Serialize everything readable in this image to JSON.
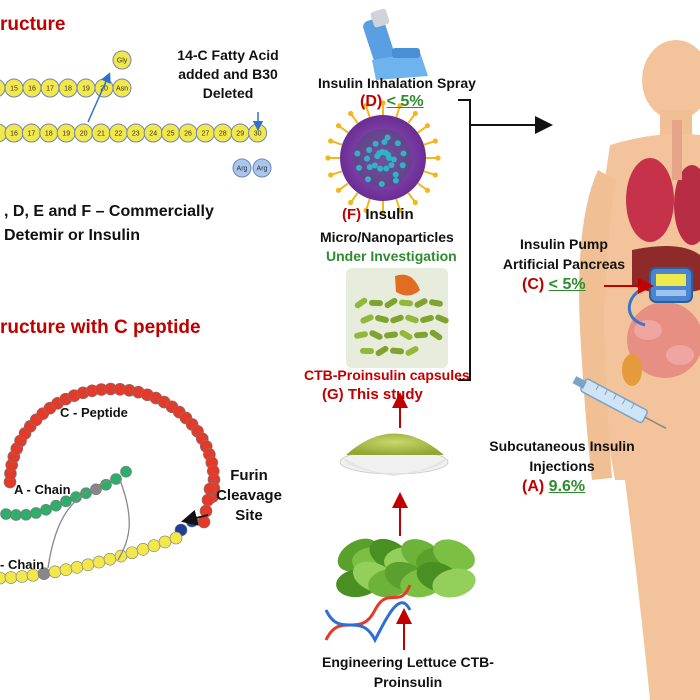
{
  "left_top": {
    "heading": "ructure",
    "note_line1": "14-C Fatty Acid",
    "note_line2": "added and B30",
    "note_line3": "Deleted",
    "desc_line1": ", D, E and F – Commercially",
    "desc_line2": "Detemir or Insulin",
    "a_chain_numbers": [
      "15",
      "16",
      "17",
      "18",
      "19",
      "20"
    ],
    "a_chain_end": [
      "Asn",
      "Gly"
    ],
    "b_chain_numbers": [
      "16",
      "17",
      "18",
      "19",
      "20",
      "21",
      "22",
      "23",
      "24",
      "25",
      "26",
      "27",
      "28",
      "29",
      "30"
    ],
    "b_chain_end": [
      "Arg",
      "Arg"
    ]
  },
  "left_bottom": {
    "heading": "ructure with C peptide",
    "c_peptide": "C - Peptide",
    "a_chain": "A - Chain",
    "b_chain": "- Chain",
    "furin_line1": "Furin",
    "furin_line2": "Cleavage",
    "furin_line3": "Site"
  },
  "methods": {
    "inhalation_title": "Insulin Inhalation Spray",
    "inhalation_letter": "(D)",
    "inhalation_value": "< 5%",
    "particles_letter": "(F)",
    "particles_word": "Insulin",
    "particles_line2": "Micro/Nanoparticles",
    "particles_status": "Under Investigation",
    "capsules_title": "CTB-Proinsulin capsules",
    "capsules_letter": "(G)",
    "capsules_note": "This study",
    "lettuce_line1": "Engineering Lettuce CTB-",
    "lettuce_line2": "Proinsulin",
    "pump_line1": "Insulin Pump",
    "pump_line2": "Artificial Pancreas",
    "pump_letter": "(C)",
    "pump_value": "< 5%",
    "subq_line1": "Subcutaneous Insulin",
    "subq_line2": "Injections",
    "subq_letter": "(A)",
    "subq_value": "9.6%"
  },
  "colors": {
    "accent_red": "#c00000",
    "status_green": "#2e8b2e",
    "chain_yellow": "#f2e84b",
    "chain_green": "#2eae6b",
    "chain_red": "#e53a2a",
    "cleavage_blue": "#1f3e99",
    "skin": "#f3c49b"
  },
  "icons": [
    "inhaler-icon",
    "nanoparticle-icon",
    "capsules-icon",
    "powder-bowl-icon",
    "lettuce-icon",
    "dna-icon",
    "syringe-icon",
    "insulin-pump-icon",
    "human-anatomy-icon"
  ]
}
